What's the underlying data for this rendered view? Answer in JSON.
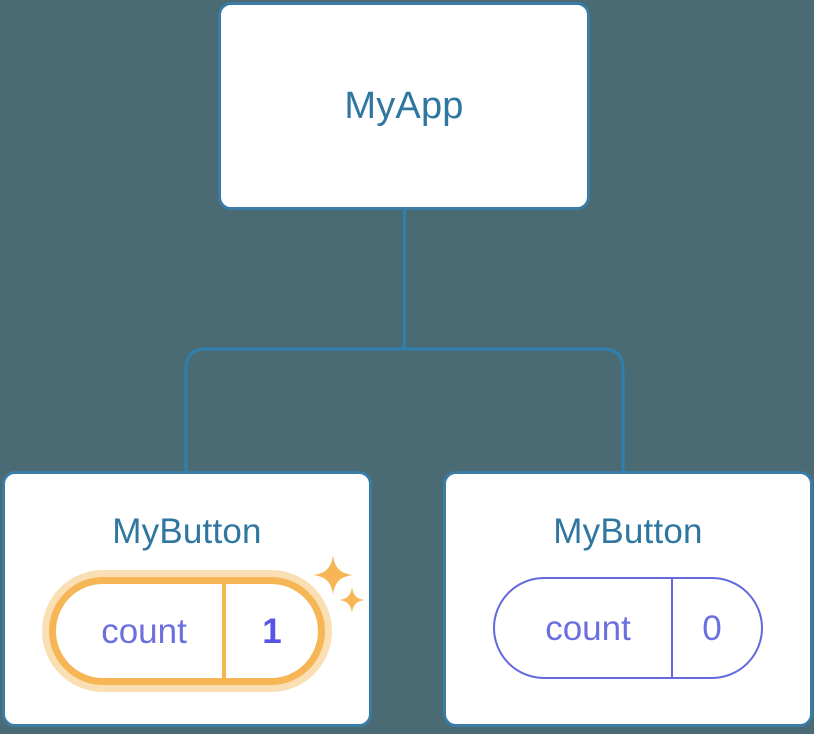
{
  "theme": {
    "background": "#4b6b74",
    "node_border": "#3a7ca5",
    "node_fill": "#ffffff",
    "node_title_color": "#2f76a0",
    "connector_color": "#2f7faf",
    "pill_plain_border": "#6468dd",
    "pill_text_color": "#6c70de",
    "highlight_border": "#f7b656",
    "highlight_glow": "#fbdfb4",
    "highlight_value_color": "#5a53ea",
    "sparkle_color": "#f7b656"
  },
  "tree": {
    "root": {
      "title": "MyApp"
    },
    "children": [
      {
        "title": "MyButton",
        "state": {
          "key": "count",
          "value": "1"
        },
        "highlighted": true,
        "sparkle_names": [
          "sparkle-large-icon",
          "sparkle-small-icon"
        ]
      },
      {
        "title": "MyButton",
        "state": {
          "key": "count",
          "value": "0"
        },
        "highlighted": false
      }
    ]
  }
}
